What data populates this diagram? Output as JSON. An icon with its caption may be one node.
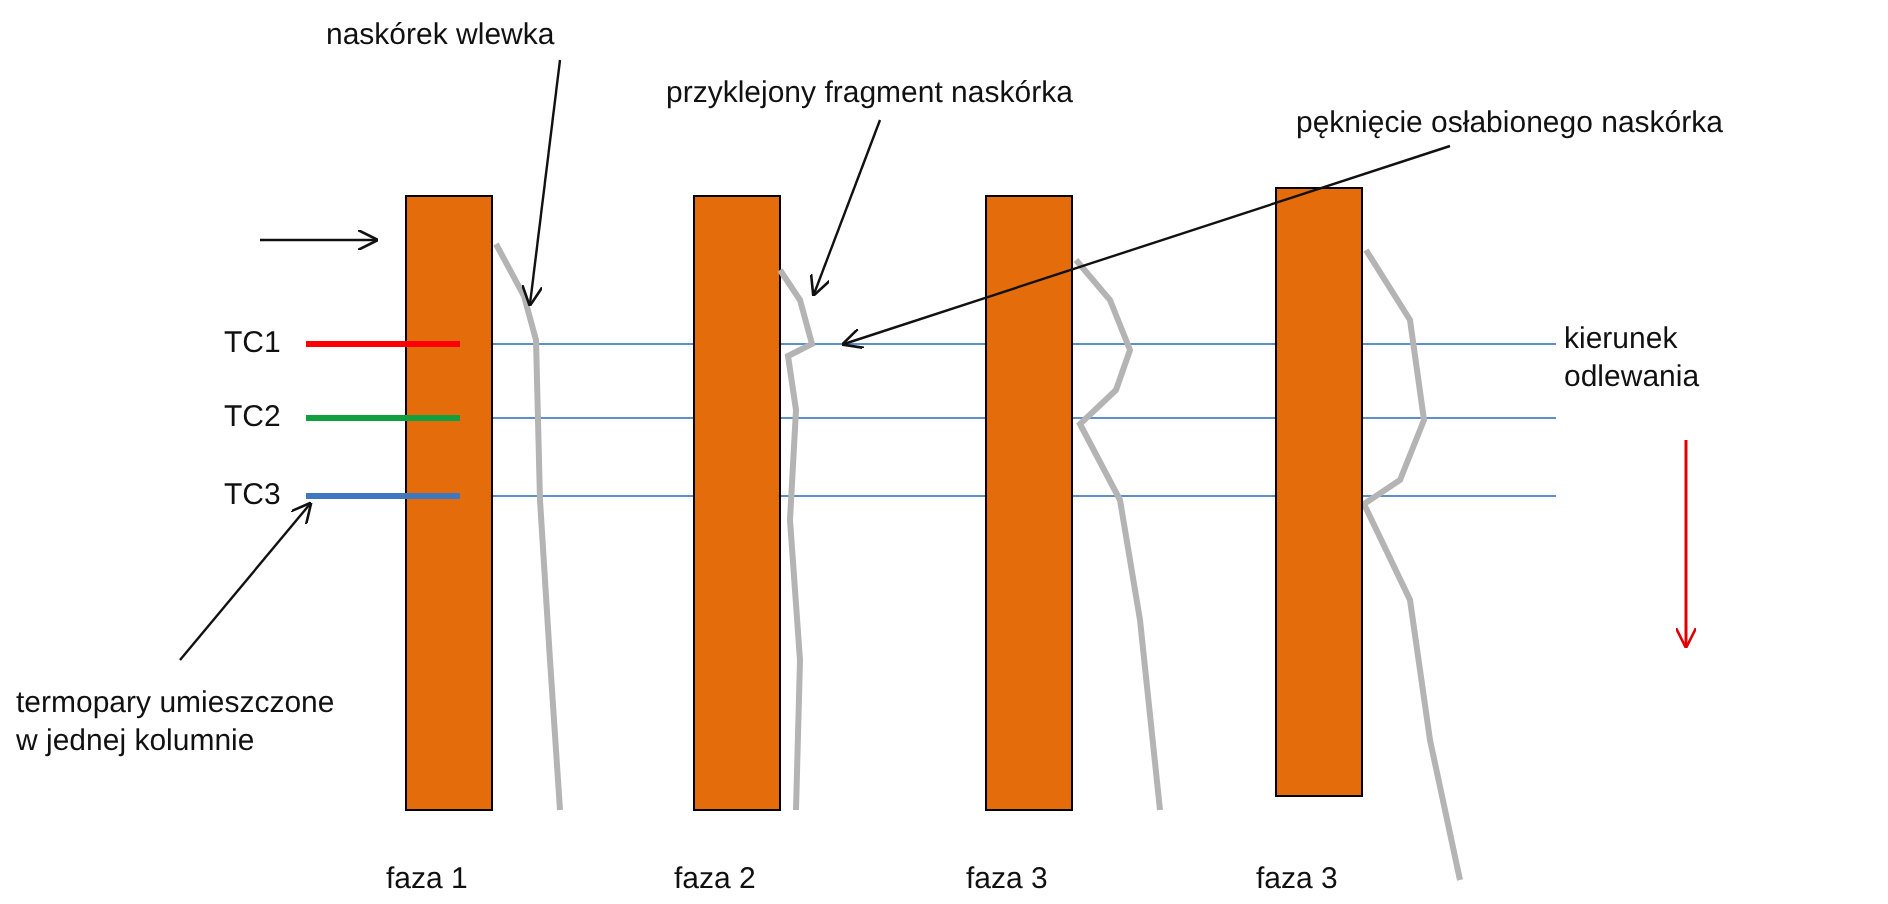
{
  "diagram": {
    "nodes": [
      {
        "text": [],
        "shape": "bar",
        "beside": [
          "faza 1"
        ]
      },
      {
        "text": [],
        "shape": "bar",
        "beside": [
          "faza 2"
        ]
      },
      {
        "text": [],
        "shape": "bar",
        "beside": [
          "faza 3"
        ]
      },
      {
        "text": [],
        "shape": "bar",
        "beside": [
          "faza 3"
        ]
      },
      {
        "text": [],
        "shape": "line"
      },
      {
        "text": [],
        "shape": "line"
      },
      {
        "text": [
          "naskórek wlewka"
        ]
      },
      {
        "text": [
          "przyklejony fragment naskórka"
        ]
      },
      {
        "text": [
          "pęknięcie osłabionego naskórka"
        ]
      },
      {
        "text": [
          "TC1"
        ]
      },
      {
        "text": [
          "TC2"
        ]
      },
      {
        "text": [
          "TC3"
        ]
      },
      {
        "text": [
          "termopary umieszczone w jednej kolumnie"
        ]
      }
    ],
    "edges": [
      {
        "from": null,
        "to": 0,
        "arrow": "to"
      },
      {
        "from": 6,
        "to": 4,
        "arrow": "to"
      },
      {
        "from": 7,
        "to": 5,
        "arrow": "to"
      },
      {
        "from": 8,
        "to": 5,
        "arrow": "to"
      },
      {
        "from": 12,
        "to": 11,
        "arrow": "to"
      }
    ],
    "labels": [
      "kierunek odlewania"
    ]
  }
}
